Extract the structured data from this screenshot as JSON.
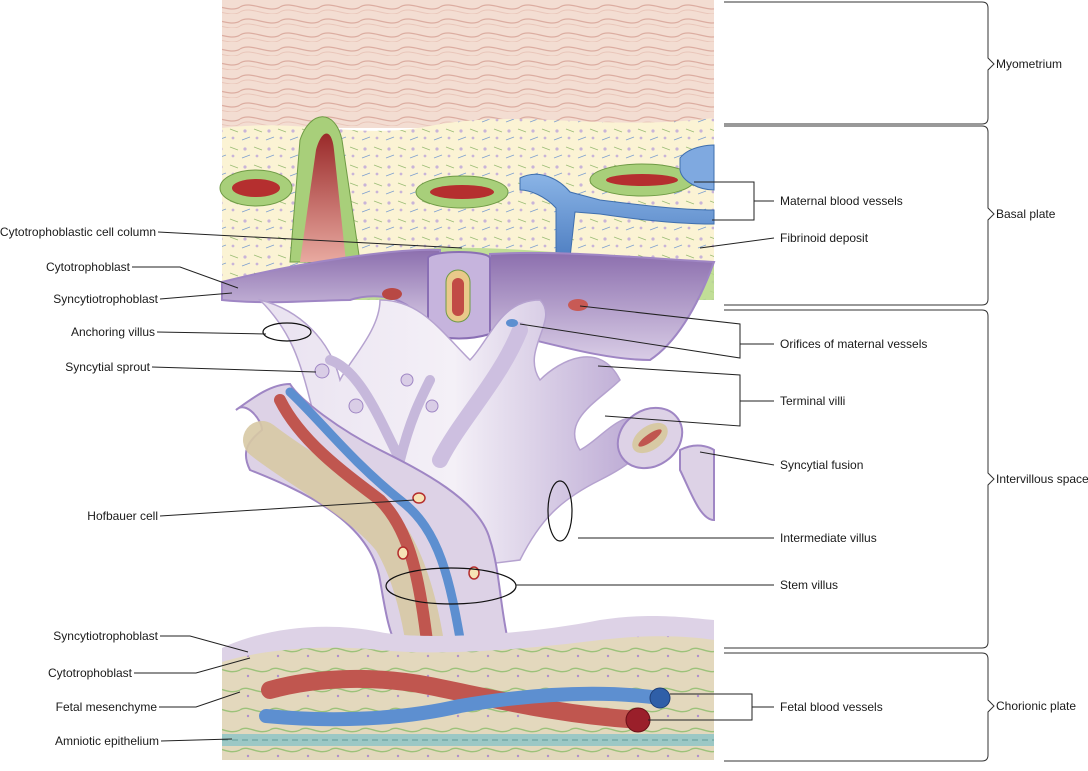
{
  "labels_left": {
    "cytotrophoblastic_cell_column": "Cytotrophoblastic cell column",
    "cytotrophoblast_top": "Cytotrophoblast",
    "syncytiotrophoblast_top": "Syncytiotrophoblast",
    "anchoring_villus": "Anchoring villus",
    "syncytial_sprout": "Syncytial sprout",
    "hofbauer_cell": "Hofbauer cell",
    "syncytiotrophoblast_bottom": "Syncytiotrophoblast",
    "cytotrophoblast_bottom": "Cytotrophoblast",
    "fetal_mesenchyme": "Fetal mesenchyme",
    "amniotic_epithelium": "Amniotic epithelium"
  },
  "labels_right": {
    "maternal_blood_vessels": "Maternal blood vessels",
    "fibrinoid_deposit": "Fibrinoid deposit",
    "orifices_of_maternal_vessels": "Orifices of maternal vessels",
    "terminal_villi": "Terminal villi",
    "syncytial_fusion": "Syncytial fusion",
    "intermediate_villus": "Intermediate villus",
    "stem_villus": "Stem villus",
    "fetal_blood_vessels": "Fetal blood vessels"
  },
  "layers": {
    "myometrium": "Myometrium",
    "basal_plate": "Basal plate",
    "intervillous_space": "Intervillous space",
    "chorionic_plate": "Chorionic plate"
  },
  "colors": {
    "myometrium": "#f3ddd2",
    "basal_plate": "#fbf4d6",
    "villus": "#ddd2e6",
    "villus_border": "#9f86c4",
    "mesenchyme": "#e0d6bd",
    "artery": "#b84844",
    "vein": "#5d8fd0",
    "fibrinoid": "#8bb55a"
  }
}
